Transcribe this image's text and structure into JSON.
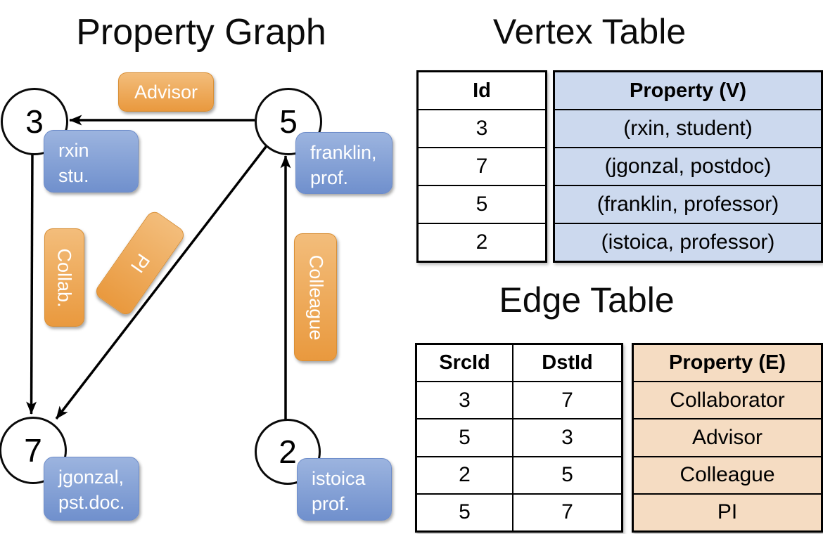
{
  "titles": {
    "graph": "Property Graph",
    "vertex_table": "Vertex Table",
    "edge_table": "Edge Table"
  },
  "graph": {
    "nodes": [
      {
        "id": "3",
        "property": {
          "line1": "rxin",
          "line2": "stu."
        }
      },
      {
        "id": "5",
        "property": {
          "line1": "franklin,",
          "line2": "prof."
        }
      },
      {
        "id": "7",
        "property": {
          "line1": "jgonzal,",
          "line2": "pst.doc."
        }
      },
      {
        "id": "2",
        "property": {
          "line1": "istoica",
          "line2": "prof."
        }
      }
    ],
    "edge_labels": {
      "advisor": "Advisor",
      "collab": "Collab.",
      "pi": "PI",
      "colleague": "Colleague"
    },
    "edges": [
      {
        "src": "5",
        "dst": "3",
        "label": "Advisor"
      },
      {
        "src": "3",
        "dst": "7",
        "label": "Collab."
      },
      {
        "src": "5",
        "dst": "7",
        "label": "PI"
      },
      {
        "src": "2",
        "dst": "5",
        "label": "Colleague"
      }
    ]
  },
  "vertex_table": {
    "columns": {
      "id": "Id",
      "property": "Property (V)"
    },
    "rows": [
      {
        "id": "3",
        "property": "(rxin, student)"
      },
      {
        "id": "7",
        "property": "(jgonzal, postdoc)"
      },
      {
        "id": "5",
        "property": "(franklin, professor)"
      },
      {
        "id": "2",
        "property": "(istoica, professor)"
      }
    ]
  },
  "edge_table": {
    "columns": {
      "src": "SrcId",
      "dst": "DstId",
      "property": "Property (E)"
    },
    "rows": [
      {
        "src": "3",
        "dst": "7",
        "property": "Collaborator"
      },
      {
        "src": "5",
        "dst": "3",
        "property": "Advisor"
      },
      {
        "src": "2",
        "dst": "5",
        "property": "Colleague"
      },
      {
        "src": "5",
        "dst": "7",
        "property": "PI"
      }
    ]
  },
  "colors": {
    "edge_label_bg_top": "#F3BD7B",
    "edge_label_bg_bottom": "#E9993E",
    "edge_label_border": "#D98F35",
    "vertex_label_bg_top": "#9CB4DF",
    "vertex_label_bg_bottom": "#7090CD",
    "vertex_label_border": "#6E8DCA",
    "vertex_table_property_bg": "#CCD9EE",
    "edge_table_property_bg": "#F5DCC2",
    "line_color": "#000000"
  }
}
